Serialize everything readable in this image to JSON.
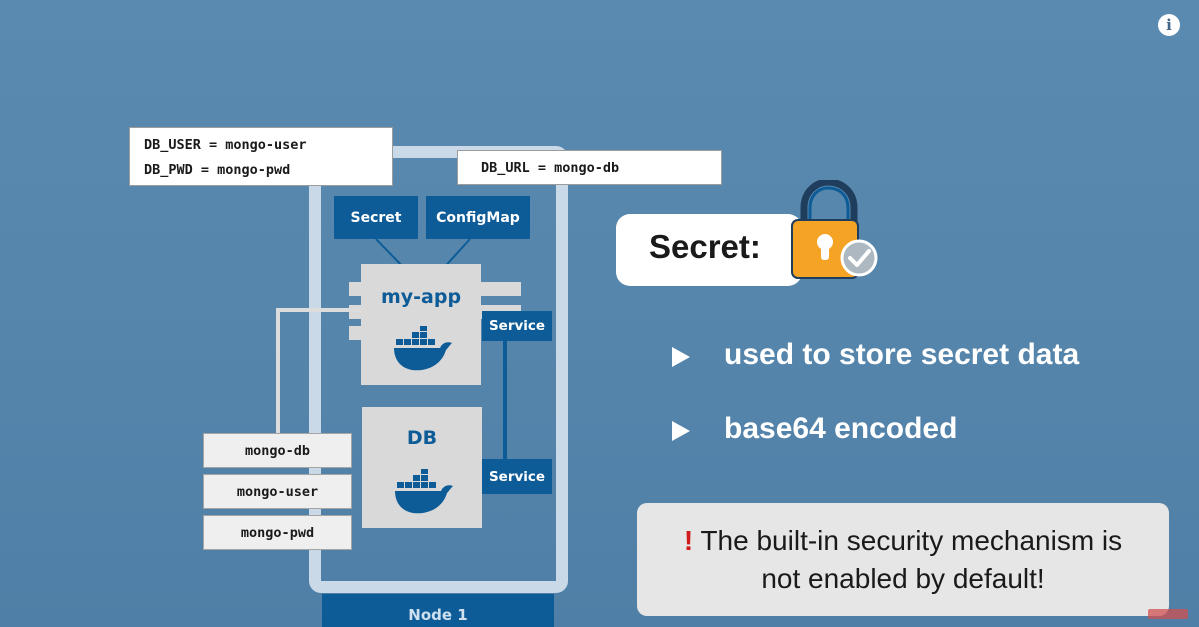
{
  "colors": {
    "background": "#5585ab",
    "k8s_blue": "#0e5c97",
    "frame": "#c9d9e8",
    "pod_grey": "#d9d9d9",
    "lock_orange": "#f5a324",
    "warning_red": "#d11b1b"
  },
  "icons": {
    "info": "info-icon",
    "lock": "padlock-check-icon",
    "docker": "docker-whale-icon",
    "bullet": "triangle-right-icon",
    "warning": "exclamation-icon"
  },
  "header": {
    "info_glyph": "i"
  },
  "diagram": {
    "secret_config": [
      "DB_USER = mongo-user",
      "DB_PWD = mongo-pwd"
    ],
    "configmap_config": "DB_URL = mongo-db",
    "secret_chip": "Secret",
    "configmap_chip": "ConfigMap",
    "app_pod": "my-app",
    "db_pod": "DB",
    "service_top": "Service",
    "service_bottom": "Service",
    "values": [
      "mongo-db",
      "mongo-user",
      "mongo-pwd"
    ],
    "node_label": "Node 1"
  },
  "info_panel": {
    "title": "Secret:",
    "bullets": [
      "used to store secret data",
      "base64 encoded"
    ],
    "warning_mark": "!",
    "warning_lines": [
      "The built-in security mechanism is",
      "not enabled by default!"
    ]
  }
}
